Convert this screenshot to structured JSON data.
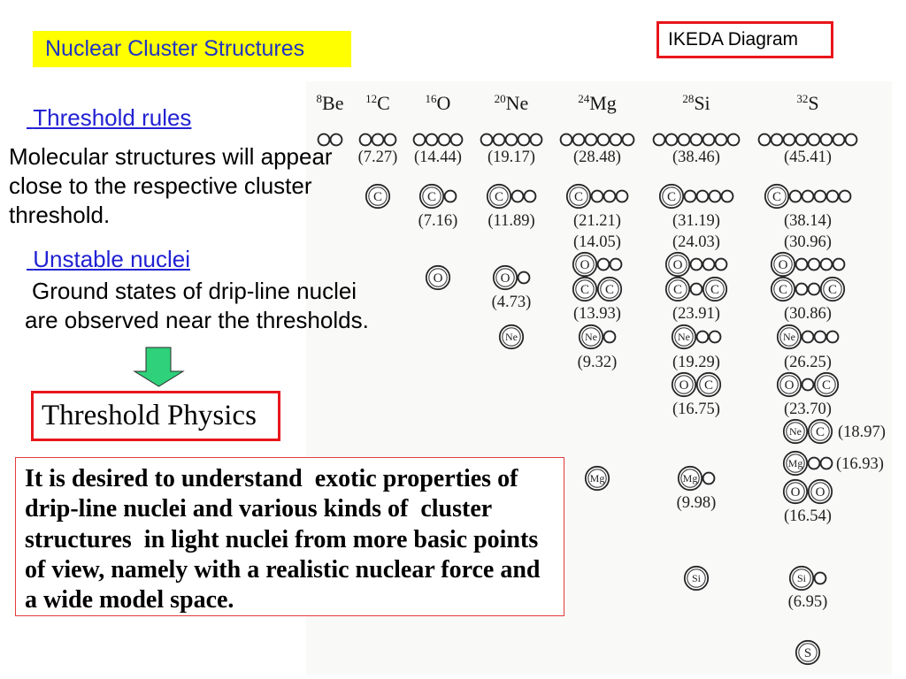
{
  "slide": {
    "title": "Nuclear Cluster Structures",
    "diagram_label": "IKEDA Diagram",
    "section1": {
      "heading": "Threshold rules",
      "lines": [
        "Molecular structures will appear",
        "close to the respective cluster",
        "threshold."
      ]
    },
    "section2": {
      "heading": "Unstable nuclei",
      "lines": [
        "Ground states of drip-line nuclei",
        "are observed near the thresholds."
      ]
    },
    "callout": "Threshold Physics",
    "statement_lines": [
      "It is desired to understand  exotic properties of",
      "drip-line nuclei and various kinds of  cluster",
      "structures  in light nuclei from more basic points",
      "of view, namely with a realistic nuclear force and",
      "a wide model space."
    ]
  },
  "icons": {
    "arrow": "down-arrow-icon"
  },
  "colors": {
    "title_background": "#ffff00",
    "title_text": "#1f34c4",
    "link_text": "#2121d4",
    "box_border": "#e8161b",
    "statement_border": "#e23b3b",
    "arrow_fill": "#2fd17a"
  },
  "diagram": {
    "columns": [
      {
        "mass": "8",
        "symbol": "Be",
        "configs": [
          {
            "clusters": [
              "",
              ""
            ]
          }
        ]
      },
      {
        "mass": "12",
        "symbol": "C",
        "configs": [
          {
            "clusters": [
              "",
              "",
              ""
            ],
            "energy": "(7.27)"
          },
          {
            "clusters": [
              "C"
            ]
          }
        ]
      },
      {
        "mass": "16",
        "symbol": "O",
        "configs": [
          {
            "clusters": [
              "",
              "",
              "",
              ""
            ],
            "energy": "(14.44)"
          },
          {
            "clusters": [
              "C",
              ""
            ],
            "energy": "(7.16)"
          },
          {
            "clusters": [
              "O"
            ]
          }
        ]
      },
      {
        "mass": "20",
        "symbol": "Ne",
        "configs": [
          {
            "clusters": [
              "",
              "",
              "",
              "",
              ""
            ],
            "energy": "(19.17)"
          },
          {
            "clusters": [
              "C",
              "",
              ""
            ],
            "energy": "(11.89)"
          },
          {
            "clusters": [
              "O",
              ""
            ],
            "energy": "(4.73)"
          },
          {
            "clusters": [
              "Ne"
            ]
          }
        ]
      },
      {
        "mass": "24",
        "symbol": "Mg",
        "configs": [
          {
            "clusters": [
              "",
              "",
              "",
              "",
              "",
              ""
            ],
            "energy": "(28.48)"
          },
          {
            "clusters": [
              "C",
              "",
              "",
              ""
            ],
            "energy": "(21.21)"
          },
          {
            "clusters": [
              "O",
              "",
              ""
            ],
            "energy": "(14.05)"
          },
          {
            "clusters": [
              "C",
              "C"
            ],
            "energy": "(13.93)"
          },
          {
            "clusters": [
              "Ne",
              ""
            ],
            "energy": "(9.32)"
          },
          {
            "clusters": [
              "Mg"
            ]
          }
        ]
      },
      {
        "mass": "28",
        "symbol": "Si",
        "configs": [
          {
            "clusters": [
              "",
              "",
              "",
              "",
              "",
              "",
              ""
            ],
            "energy": "(38.46)"
          },
          {
            "clusters": [
              "C",
              "",
              "",
              "",
              ""
            ],
            "energy": "(31.19)"
          },
          {
            "clusters": [
              "O",
              "",
              "",
              ""
            ],
            "energy": "(24.03)"
          },
          {
            "clusters": [
              "C",
              "",
              "C"
            ],
            "energy": "(23.91)"
          },
          {
            "clusters": [
              "Ne",
              "",
              ""
            ],
            "energy": "(19.29)"
          },
          {
            "clusters": [
              "O",
              "C"
            ],
            "energy": "(16.75)"
          },
          {
            "clusters": [
              "Mg",
              ""
            ],
            "energy": "(9.98)"
          },
          {
            "clusters": [
              "Si"
            ]
          }
        ]
      },
      {
        "mass": "32",
        "symbol": "S",
        "configs": [
          {
            "clusters": [
              "",
              "",
              "",
              "",
              "",
              "",
              "",
              ""
            ],
            "energy": "(45.41)"
          },
          {
            "clusters": [
              "C",
              "",
              "",
              "",
              "",
              ""
            ],
            "energy": "(38.14)"
          },
          {
            "clusters": [
              "O",
              "",
              "",
              "",
              ""
            ],
            "energy": "(30.96)"
          },
          {
            "clusters": [
              "C",
              "",
              "",
              "C"
            ],
            "energy": "(30.86)"
          },
          {
            "clusters": [
              "Ne",
              "",
              "",
              ""
            ],
            "energy": "(26.25)"
          },
          {
            "clusters": [
              "O",
              "",
              "C"
            ],
            "energy": "(23.70)"
          },
          {
            "clusters": [
              "Ne",
              "C"
            ],
            "energy": "(18.97)"
          },
          {
            "clusters": [
              "Mg",
              "",
              ""
            ],
            "energy": "(16.93)"
          },
          {
            "clusters": [
              "O",
              "O"
            ],
            "energy": "(16.54)"
          },
          {
            "clusters": [
              "Si",
              ""
            ],
            "energy": "(6.95)"
          },
          {
            "clusters": [
              "S"
            ]
          }
        ]
      }
    ]
  }
}
